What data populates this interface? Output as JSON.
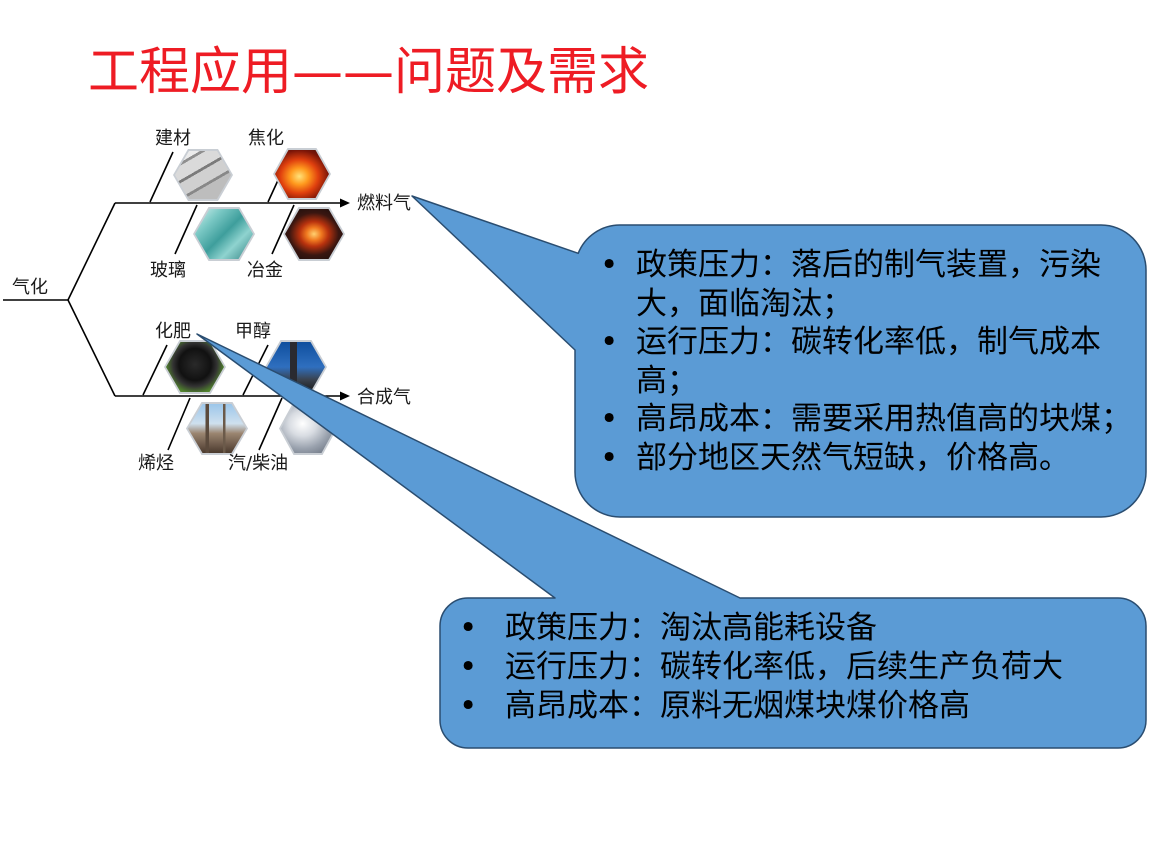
{
  "title": "工程应用——问题及需求",
  "colors": {
    "title": "#ee1c24",
    "callout_fill": "#5b9bd5",
    "callout_border": "#2a4d70",
    "line": "#000000"
  },
  "tree": {
    "root": "气化",
    "fuel_gas": {
      "label": "燃料气",
      "uses": [
        "建材",
        "焦化",
        "玻璃",
        "冶金"
      ]
    },
    "syngas": {
      "label": "合成气",
      "uses": [
        "化肥",
        "甲醇",
        "烯烃",
        "汽/柴油"
      ]
    }
  },
  "callout_fuel_gas": {
    "bullet": "•",
    "items": [
      {
        "lines": [
          "政策压力：落后的制气装置，污染",
          "大，面临淘汰；"
        ]
      },
      {
        "lines": [
          "运行压力：碳转化率低，制气成本",
          "高；"
        ]
      },
      {
        "lines": [
          "高昂成本：需要采用热值高的块煤；"
        ]
      },
      {
        "lines": [
          "部分地区天然气短缺，价格高。"
        ]
      }
    ]
  },
  "callout_syngas": {
    "bullet": "•",
    "items": [
      {
        "lines": [
          "政策压力：淘汰高能耗设备"
        ]
      },
      {
        "lines": [
          "运行压力：碳转化率低，后续生产负荷大"
        ]
      },
      {
        "lines": [
          "高昂成本：原料无烟煤块煤价格高"
        ]
      }
    ]
  },
  "images": {
    "building_materials": "building-materials-photo",
    "coking": "coking-photo",
    "glass": "glass-photo",
    "metallurgy": "metallurgy-photo",
    "fertilizer": "fertilizer-photo",
    "methanol": "methanol-photo",
    "olefins": "olefins-photo",
    "fuel_oil": "fuel-oil-photo"
  }
}
